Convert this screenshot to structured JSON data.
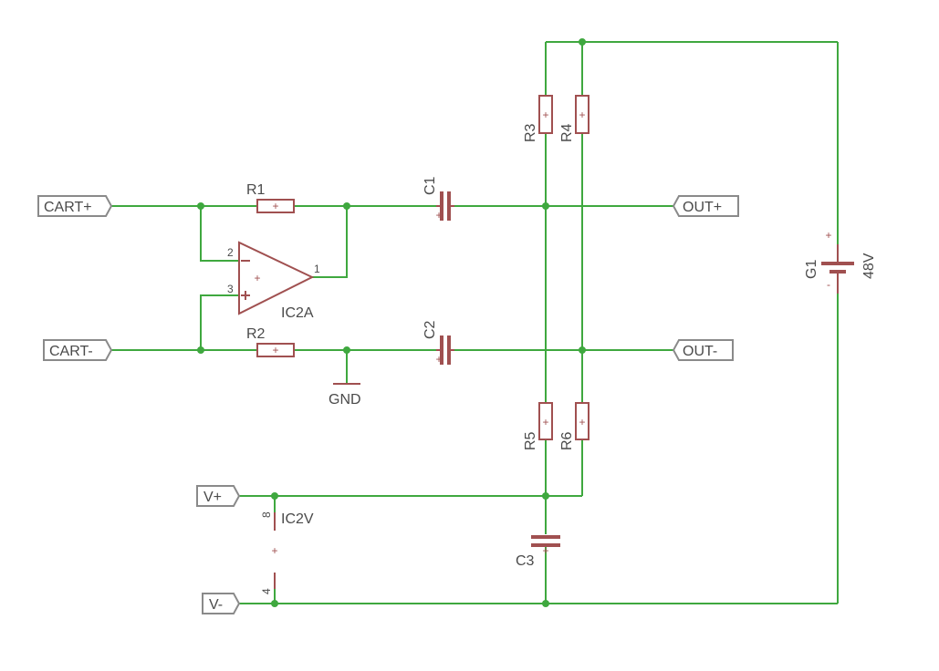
{
  "ports": {
    "cart_plus": "CART+",
    "cart_minus": "CART-",
    "out_plus": "OUT+",
    "out_minus": "OUT-",
    "v_plus": "V+",
    "v_minus": "V-"
  },
  "components": {
    "r1": "R1",
    "r2": "R2",
    "r3": "R3",
    "r4": "R4",
    "r5": "R5",
    "r6": "R6",
    "c1": "C1",
    "c2": "C2",
    "c3": "C3",
    "g1": "G1",
    "g1_value": "48V",
    "ic2a": "IC2A",
    "ic2v": "IC2V",
    "gnd": "GND"
  },
  "pins": {
    "ic2a_in_minus": "2",
    "ic2a_in_plus": "3",
    "ic2a_out": "1",
    "ic2v_top": "8",
    "ic2v_bottom": "4"
  },
  "colors": {
    "wire": "#3fa83f",
    "component": "#a05050",
    "label": "#4a4a4a",
    "port_outline": "#8a8a8a"
  }
}
